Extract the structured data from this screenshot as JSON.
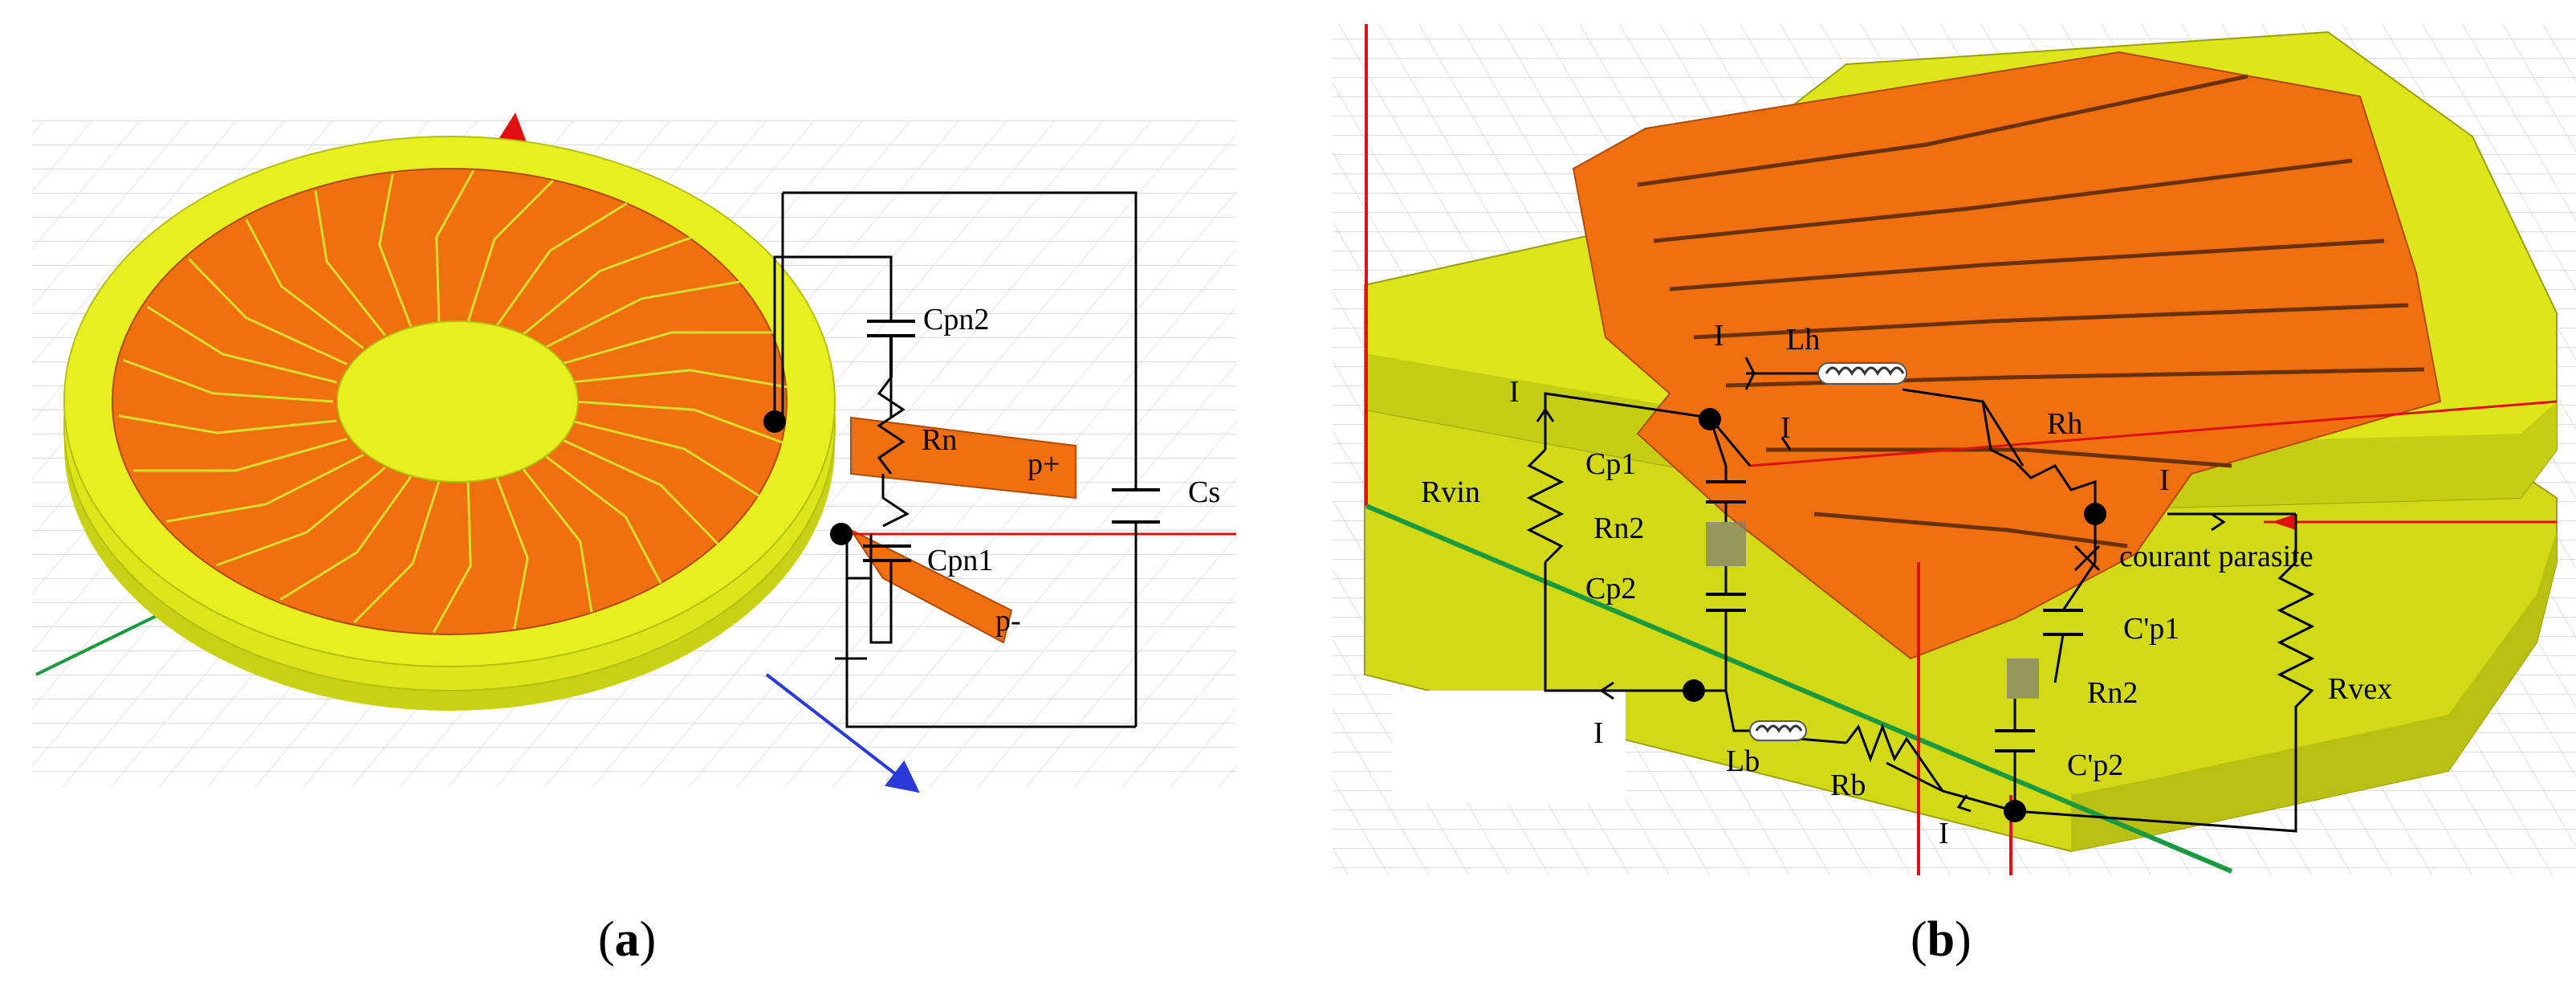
{
  "panels": [
    {
      "id": "a",
      "caption_letter": "a",
      "labels": {
        "cpn2": "Cpn2",
        "rn": "Rn",
        "p_plus": "p+",
        "cs": "Cs",
        "cpn1": "Cpn1",
        "p_minus": "p-"
      }
    },
    {
      "id": "b",
      "caption_letter": "b",
      "labels": {
        "i_top": "I",
        "lh": "Lh",
        "i_left": "I",
        "i_mid": "I",
        "rh": "Rh",
        "cp1": "Cp1",
        "rvin": "Rvin",
        "i_right": "I",
        "rn2_left": "Rn2",
        "courant": "courant parasite",
        "cp2": "Cp2",
        "c_p1": "C'p1",
        "rvex": "Rvex",
        "rn2_right": "Rn2",
        "i_bottom_left": "I",
        "lb": "Lb",
        "c_p2": "C'p2",
        "rb": "Rb",
        "i_bottom": "I"
      }
    }
  ],
  "colors": {
    "yellow": "#e6f01e",
    "yellow_dark": "#c8d214",
    "orange": "#f07010",
    "orange_dark": "#d05a08",
    "grid": "#dcdcdc",
    "wire": "#000000",
    "axis_red": "#e01010",
    "axis_green": "#1a9a40",
    "axis_blue": "#2a3ad8"
  }
}
